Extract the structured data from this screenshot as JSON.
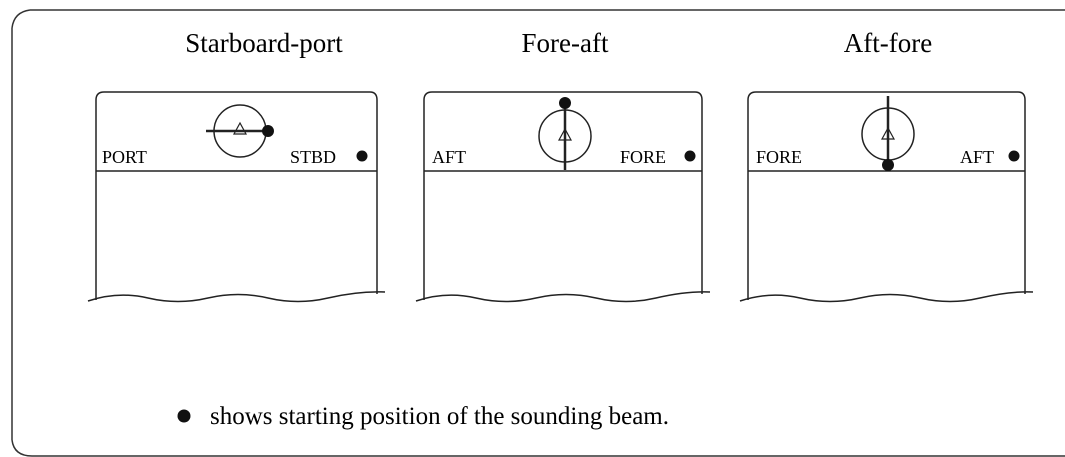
{
  "panels": [
    {
      "title": "Starboard-port",
      "left_label": "PORT",
      "right_label": "STBD"
    },
    {
      "title": "Fore-aft",
      "left_label": "AFT",
      "right_label": "FORE"
    },
    {
      "title": "Aft-fore",
      "left_label": "FORE",
      "right_label": "AFT"
    }
  ],
  "note": "shows starting position of the sounding beam."
}
